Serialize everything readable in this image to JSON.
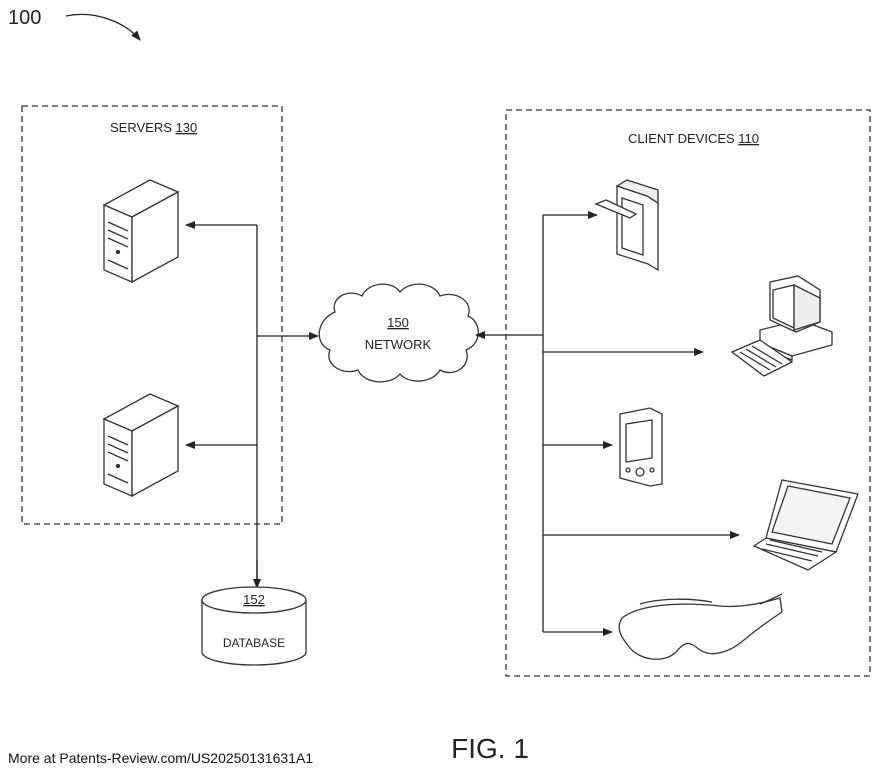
{
  "figure": {
    "ref_number": "100",
    "caption": "FIG. 1"
  },
  "servers": {
    "label": "SERVERS ",
    "number": "130"
  },
  "client_devices": {
    "label": "CLIENT DEVICES ",
    "number": "110"
  },
  "network": {
    "number": "150",
    "label": "NETWORK"
  },
  "database": {
    "number": "152",
    "label": "DATABASE"
  },
  "footer": {
    "text": "More at Patents-Review.com/US20250131631A1"
  }
}
